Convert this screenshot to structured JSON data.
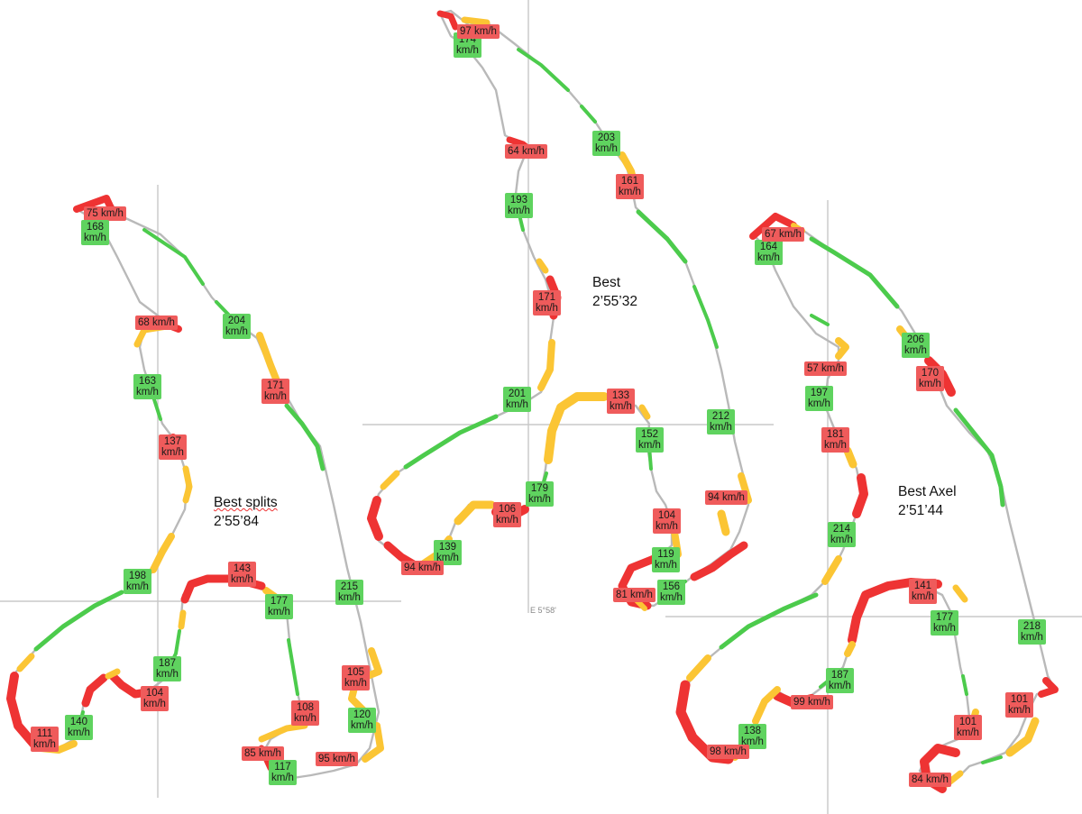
{
  "maps": [
    {
      "id": "left",
      "annotation": {
        "title": "Best splits",
        "time": "2’55’84"
      },
      "labels": [
        {
          "kind": "slow",
          "lines": [
            "75 km/h"
          ]
        },
        {
          "kind": "fast",
          "lines": [
            "168",
            "km/h"
          ]
        },
        {
          "kind": "slow",
          "lines": [
            "68 km/h"
          ]
        },
        {
          "kind": "fast",
          "lines": [
            "204",
            "km/h"
          ]
        },
        {
          "kind": "fast",
          "lines": [
            "163",
            "km/h"
          ]
        },
        {
          "kind": "slow",
          "lines": [
            "171",
            "km/h"
          ]
        },
        {
          "kind": "slow",
          "lines": [
            "137",
            "km/h"
          ]
        },
        {
          "kind": "fast",
          "lines": [
            "198",
            "km/h"
          ]
        },
        {
          "kind": "slow",
          "lines": [
            "143",
            "km/h"
          ]
        },
        {
          "kind": "fast",
          "lines": [
            "177",
            "km/h"
          ]
        },
        {
          "kind": "fast",
          "lines": [
            "215",
            "km/h"
          ]
        },
        {
          "kind": "fast",
          "lines": [
            "187",
            "km/h"
          ]
        },
        {
          "kind": "slow",
          "lines": [
            "104",
            "km/h"
          ]
        },
        {
          "kind": "slow",
          "lines": [
            "105",
            "km/h"
          ]
        },
        {
          "kind": "slow",
          "lines": [
            "108",
            "km/h"
          ]
        },
        {
          "kind": "fast",
          "lines": [
            "120",
            "km/h"
          ]
        },
        {
          "kind": "slow",
          "lines": [
            "111",
            "km/h"
          ]
        },
        {
          "kind": "fast",
          "lines": [
            "140",
            "km/h"
          ]
        },
        {
          "kind": "slow",
          "lines": [
            "85 km/h"
          ]
        },
        {
          "kind": "fast",
          "lines": [
            "117",
            "km/h"
          ]
        },
        {
          "kind": "slow",
          "lines": [
            "95 km/h"
          ]
        }
      ]
    },
    {
      "id": "center",
      "annotation": {
        "title": "Best",
        "time": "2’55’32"
      },
      "coord_text": "E 5°58'",
      "labels": [
        {
          "kind": "slow",
          "lines": [
            "97 km/h"
          ]
        },
        {
          "kind": "fast",
          "lines": [
            "174",
            "km/h"
          ]
        },
        {
          "kind": "slow",
          "lines": [
            "64 km/h"
          ]
        },
        {
          "kind": "fast",
          "lines": [
            "203",
            "km/h"
          ]
        },
        {
          "kind": "slow",
          "lines": [
            "161",
            "km/h"
          ]
        },
        {
          "kind": "fast",
          "lines": [
            "193",
            "km/h"
          ]
        },
        {
          "kind": "slow",
          "lines": [
            "171",
            "km/h"
          ]
        },
        {
          "kind": "fast",
          "lines": [
            "201",
            "km/h"
          ]
        },
        {
          "kind": "slow",
          "lines": [
            "133",
            "km/h"
          ]
        },
        {
          "kind": "fast",
          "lines": [
            "212",
            "km/h"
          ]
        },
        {
          "kind": "fast",
          "lines": [
            "152",
            "km/h"
          ]
        },
        {
          "kind": "fast",
          "lines": [
            "179",
            "km/h"
          ]
        },
        {
          "kind": "slow",
          "lines": [
            "94 km/h"
          ]
        },
        {
          "kind": "slow",
          "lines": [
            "106",
            "km/h"
          ]
        },
        {
          "kind": "slow",
          "lines": [
            "104",
            "km/h"
          ]
        },
        {
          "kind": "fast",
          "lines": [
            "139",
            "km/h"
          ]
        },
        {
          "kind": "fast",
          "lines": [
            "119",
            "km/h"
          ]
        },
        {
          "kind": "slow",
          "lines": [
            "94 km/h"
          ]
        },
        {
          "kind": "fast",
          "lines": [
            "156",
            "km/h"
          ]
        },
        {
          "kind": "slow",
          "lines": [
            "81 km/h"
          ]
        }
      ]
    },
    {
      "id": "right",
      "annotation": {
        "title": "Best Axel",
        "time": "2’51’44"
      },
      "labels": [
        {
          "kind": "slow",
          "lines": [
            "67 km/h"
          ]
        },
        {
          "kind": "fast",
          "lines": [
            "164",
            "km/h"
          ]
        },
        {
          "kind": "fast",
          "lines": [
            "206",
            "km/h"
          ]
        },
        {
          "kind": "slow",
          "lines": [
            "57 km/h"
          ]
        },
        {
          "kind": "slow",
          "lines": [
            "170",
            "km/h"
          ]
        },
        {
          "kind": "fast",
          "lines": [
            "197",
            "km/h"
          ]
        },
        {
          "kind": "slow",
          "lines": [
            "181",
            "km/h"
          ]
        },
        {
          "kind": "fast",
          "lines": [
            "214",
            "km/h"
          ]
        },
        {
          "kind": "slow",
          "lines": [
            "141",
            "km/h"
          ]
        },
        {
          "kind": "fast",
          "lines": [
            "177",
            "km/h"
          ]
        },
        {
          "kind": "fast",
          "lines": [
            "218",
            "km/h"
          ]
        },
        {
          "kind": "fast",
          "lines": [
            "187",
            "km/h"
          ]
        },
        {
          "kind": "slow",
          "lines": [
            "99 km/h"
          ]
        },
        {
          "kind": "slow",
          "lines": [
            "101",
            "km/h"
          ]
        },
        {
          "kind": "slow",
          "lines": [
            "101",
            "km/h"
          ]
        },
        {
          "kind": "fast",
          "lines": [
            "138",
            "km/h"
          ]
        },
        {
          "kind": "slow",
          "lines": [
            "98 km/h"
          ]
        },
        {
          "kind": "slow",
          "lines": [
            "84 km/h"
          ]
        }
      ]
    }
  ],
  "colors": {
    "slow": "#ef5b5b",
    "fast": "#5fd35f",
    "braking": "#ee3333",
    "transition": "#fbc534",
    "throttle": "#4ccb4c",
    "track": "#b9b9b9"
  }
}
